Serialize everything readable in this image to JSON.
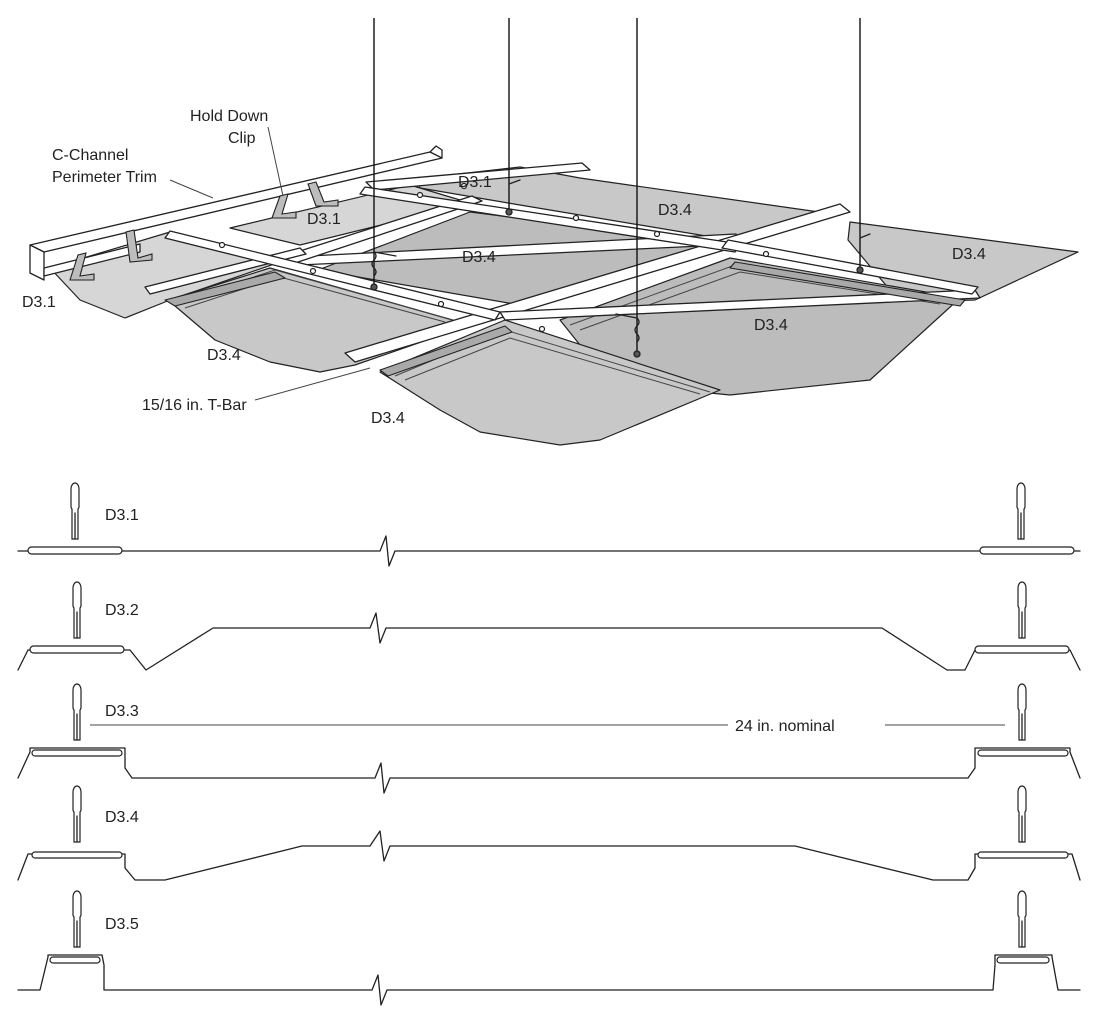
{
  "iso_labels": {
    "hold_down_clip_line1": "Hold Down",
    "hold_down_clip_line2": "Clip",
    "c_channel_line1": "C-Channel",
    "c_channel_line2": "Perimeter Trim",
    "t_bar": "15/16 in. T-Bar",
    "tile_d31_top": "D3.1",
    "tile_d31_mid": "D3.1",
    "tile_d31_left": "D3.1",
    "tile_d34_top": "D3.4",
    "tile_d34_center": "D3.4",
    "tile_d34_right": "D3.4",
    "tile_d34_right_mid": "D3.4",
    "tile_d34_left": "D3.4",
    "tile_d34_bottom": "D3.4"
  },
  "profiles": [
    {
      "label": "D3.1"
    },
    {
      "label": "D3.2"
    },
    {
      "label": "D3.3"
    },
    {
      "label": "D3.4"
    },
    {
      "label": "D3.5"
    }
  ],
  "dimension_label": "24 in. nominal"
}
